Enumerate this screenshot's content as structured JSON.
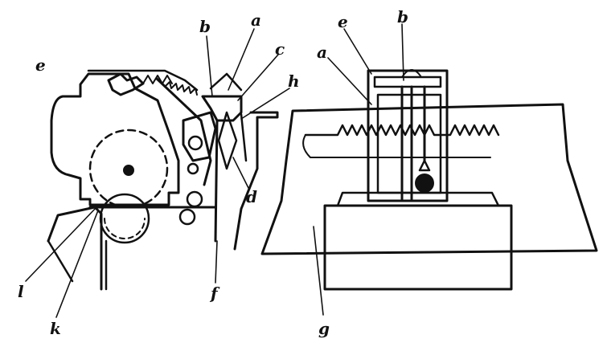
{
  "labels": {
    "left": {
      "e": "e",
      "b": "b",
      "a": "a",
      "c": "c",
      "h": "h",
      "d": "d",
      "f": "f",
      "l": "l",
      "k": "k"
    },
    "right": {
      "e": "e",
      "b": "b",
      "a": "a",
      "g": "g"
    }
  },
  "colors": {
    "ink": "#111111",
    "background": "#ffffff"
  }
}
